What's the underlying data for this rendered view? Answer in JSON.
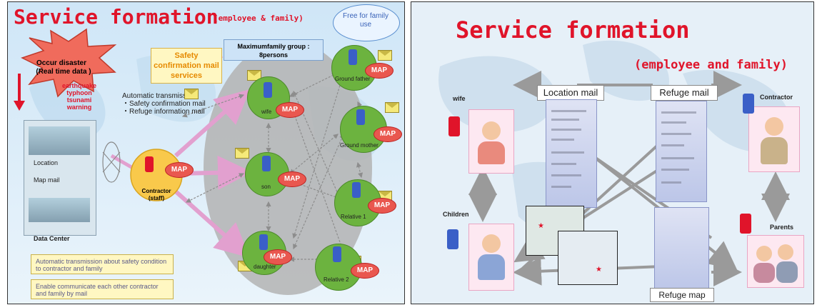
{
  "left_slide": {
    "title": "Service formation",
    "subtitle": "(employee & family)",
    "cloud_text": "Free for family use",
    "max_group": "Maximumfamily group : 8persons",
    "safety_box": "Safety confirmation mail services",
    "disaster_title": "Occur disaster",
    "disaster_sub": "(Real time data )",
    "disaster_types": [
      "earthquake",
      "typhoon",
      "tsunami",
      "warning"
    ],
    "auto_transmission_title": "Automatic transmission",
    "auto_transmission_items": [
      "・Safety confirmation mail",
      "・Refuge information mail"
    ],
    "data_center_labels": {
      "location": "Location",
      "map_mail": "Map mail",
      "data_center": "Data Center"
    },
    "contractor_label": "Contractor",
    "contractor_sub": "(staff)",
    "map_label": "MAP",
    "members": [
      "wife",
      "son",
      "daughter",
      "Ground father",
      "Ground mother",
      "Relative 1",
      "Relative 2"
    ],
    "notes": [
      "Automatic transmission about safety condition to contractor and family",
      "Enable communicate each other contractor and family by mail"
    ]
  },
  "right_slide": {
    "title": "Service formation",
    "subtitle": "(employee and family)",
    "location_mail": "Location mail",
    "refuge_mail": "Refuge mail",
    "refuge_map": "Refuge map",
    "people": {
      "wife": "wife",
      "children": "Children",
      "contractor": "Contractor",
      "parents": "Parents"
    }
  },
  "colors": {
    "title_red": "#e0142a",
    "green": "#6cb33f",
    "map_red": "#e9574f",
    "pink_arrow": "#e2a0cf",
    "gray_arrow": "#9a9a9a"
  }
}
